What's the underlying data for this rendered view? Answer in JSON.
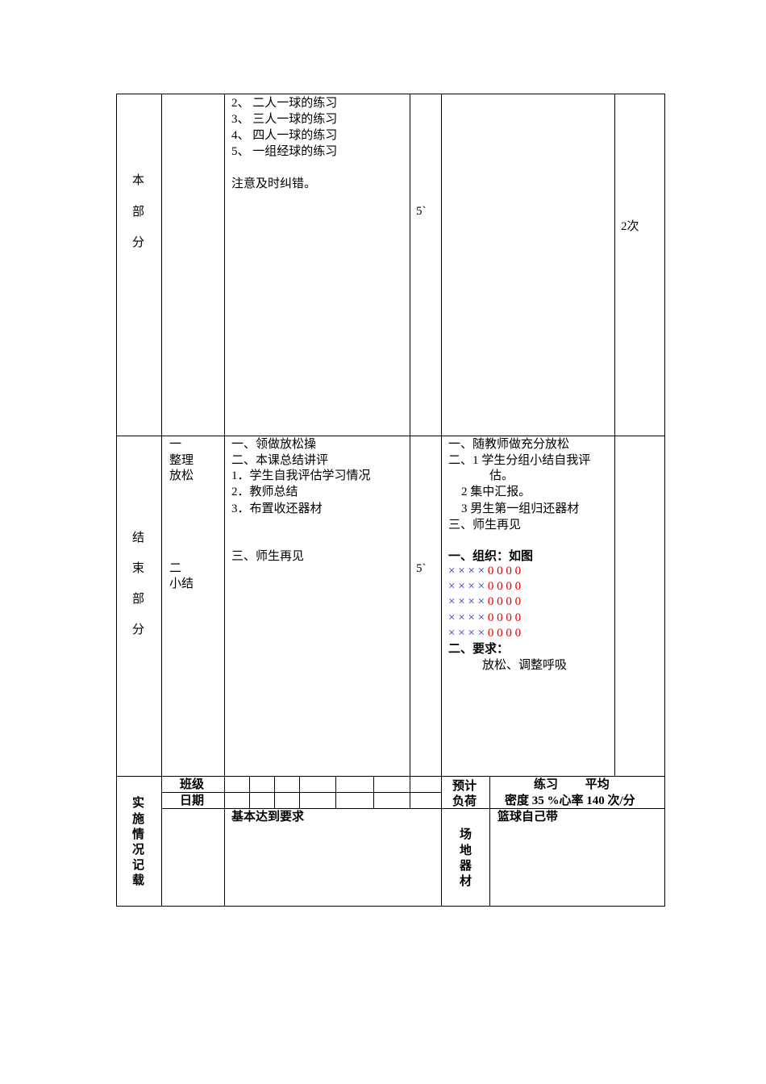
{
  "main_part": {
    "section_label": [
      "本",
      "部",
      "分"
    ],
    "content": [
      "2、 二人一球的练习",
      "3、 三人一球的练习",
      "4、 四人一球的练习",
      "5、 一组经球的练习",
      "",
      "注意及时纠错。"
    ],
    "time": "5`",
    "count": "2次"
  },
  "ending_part": {
    "section_label": [
      "结",
      "束",
      "部",
      "分"
    ],
    "stage1": [
      "一",
      "整理",
      "放松"
    ],
    "stage2": [
      "二",
      "小结"
    ],
    "content": [
      "一、领做放松操",
      "二、本课总结讲评",
      "1．学生自我评估学习情况",
      "2．教师总结",
      "3．布置收还器材",
      "",
      "",
      "三、师生再见"
    ],
    "time": "5`",
    "student": [
      "一、随教师做充分放松",
      "二、1 学生分组小结自我评",
      "估。",
      "2 集中汇报。",
      "3 男生第一组归还器材",
      "三、师生再见"
    ],
    "org_title": "一、组织：如图",
    "formation_rows": [
      {
        "x": "× × × ×",
        "o": "0 0 0 0"
      },
      {
        "x": "× × × ×",
        "o": "0 0 0 0"
      },
      {
        "x": "× × × ×",
        "o": "0 0 0 0"
      },
      {
        "x": "× × × ×",
        "o": "0 0 0 0"
      },
      {
        "x": "× × × ×",
        "o": "0 0 0 0"
      }
    ],
    "req_title": "二、要求：",
    "req_text": "放松、调整呼吸",
    "colors": {
      "x": "#3333cc",
      "o": "#e00000"
    }
  },
  "record": {
    "section_label": [
      "实",
      "施",
      "情",
      "况",
      "记",
      "载"
    ],
    "class_label": "班级",
    "date_label": "日期",
    "load_label": [
      "预计",
      "负荷"
    ],
    "load_value": [
      "练习　　 平均",
      "密度 35 %心率 140 次/分"
    ],
    "result": "基本达到要求",
    "venue_label": [
      "场",
      "地",
      "器",
      "材"
    ],
    "venue_value": "篮球自己带"
  }
}
